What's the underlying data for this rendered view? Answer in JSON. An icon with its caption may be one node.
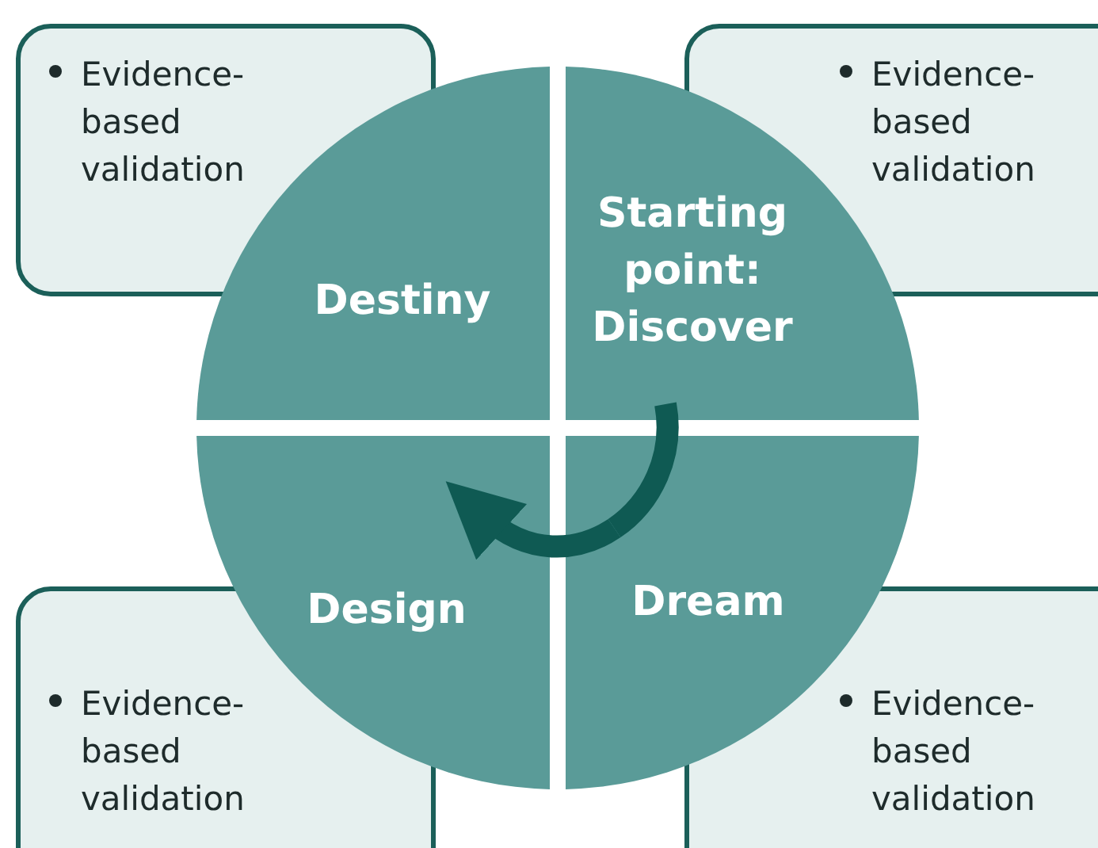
{
  "diagram": {
    "nodes": [
      {
        "text": [
          "Evidence-based validation"
        ]
      },
      {
        "text": [
          "Evidence-based validation"
        ]
      },
      {
        "text": [
          "Destiny"
        ]
      },
      {
        "text": [
          "Starting point: Discover"
        ]
      },
      {
        "text": [
          "Design"
        ]
      },
      {
        "text": [
          "Dream"
        ]
      },
      {
        "text": [
          "Evidence-based validation"
        ]
      },
      {
        "text": [
          "Evidence-based validation"
        ]
      }
    ],
    "edges": [
      {
        "from": 3,
        "to": 5,
        "arrow": "none"
      },
      {
        "from": 5,
        "to": 4,
        "arrow": "to"
      }
    ]
  }
}
